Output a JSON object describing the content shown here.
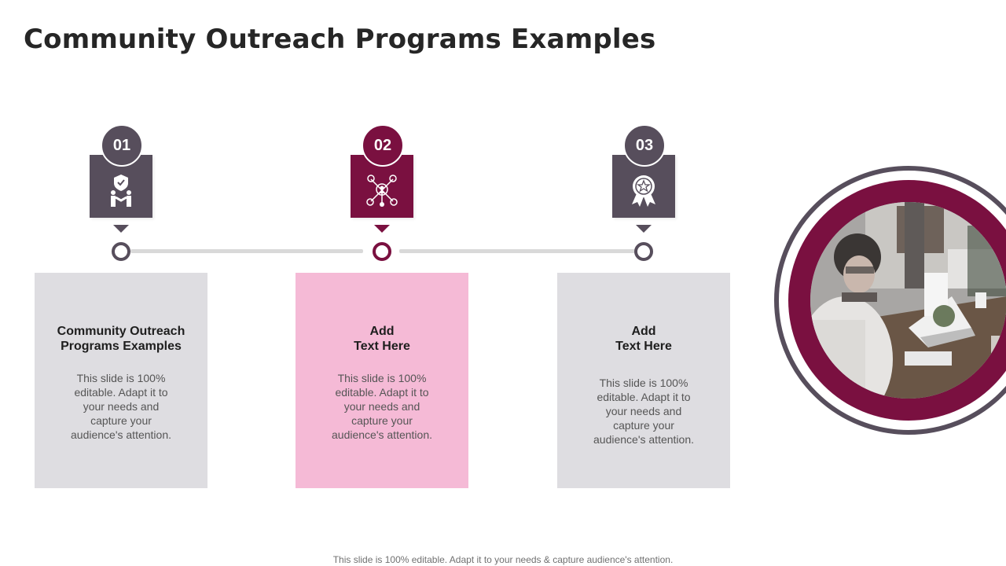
{
  "title": "Community Outreach Programs Examples",
  "steps": [
    {
      "number": "01",
      "icon": "handshake-shield-icon",
      "heading": "Community Outreach\nPrograms Examples",
      "body": "This slide is 100%\neditable. Adapt it to\nyour needs and\ncapture your\naudience's attention."
    },
    {
      "number": "02",
      "icon": "network-people-icon",
      "heading": "Add\nText Here",
      "body": "This slide is 100%\neditable. Adapt it to\nyour needs and\ncapture your\naudience's attention."
    },
    {
      "number": "03",
      "icon": "award-ribbon-icon",
      "heading": "Add\nText Here",
      "body": "This slide is 100%\neditable. Adapt it to\nyour needs and\ncapture your\naudience's attention."
    }
  ],
  "photo": {
    "icon": "office-meeting-photo"
  },
  "footer": "This slide is 100% editable. Adapt it to your needs & capture audience's attention.",
  "colors": {
    "dark_grey": "#574e5c",
    "wine": "#7a1040",
    "light_grey": "#dedde1",
    "pink": "#f5bad6",
    "connector": "#d9d9d9"
  }
}
